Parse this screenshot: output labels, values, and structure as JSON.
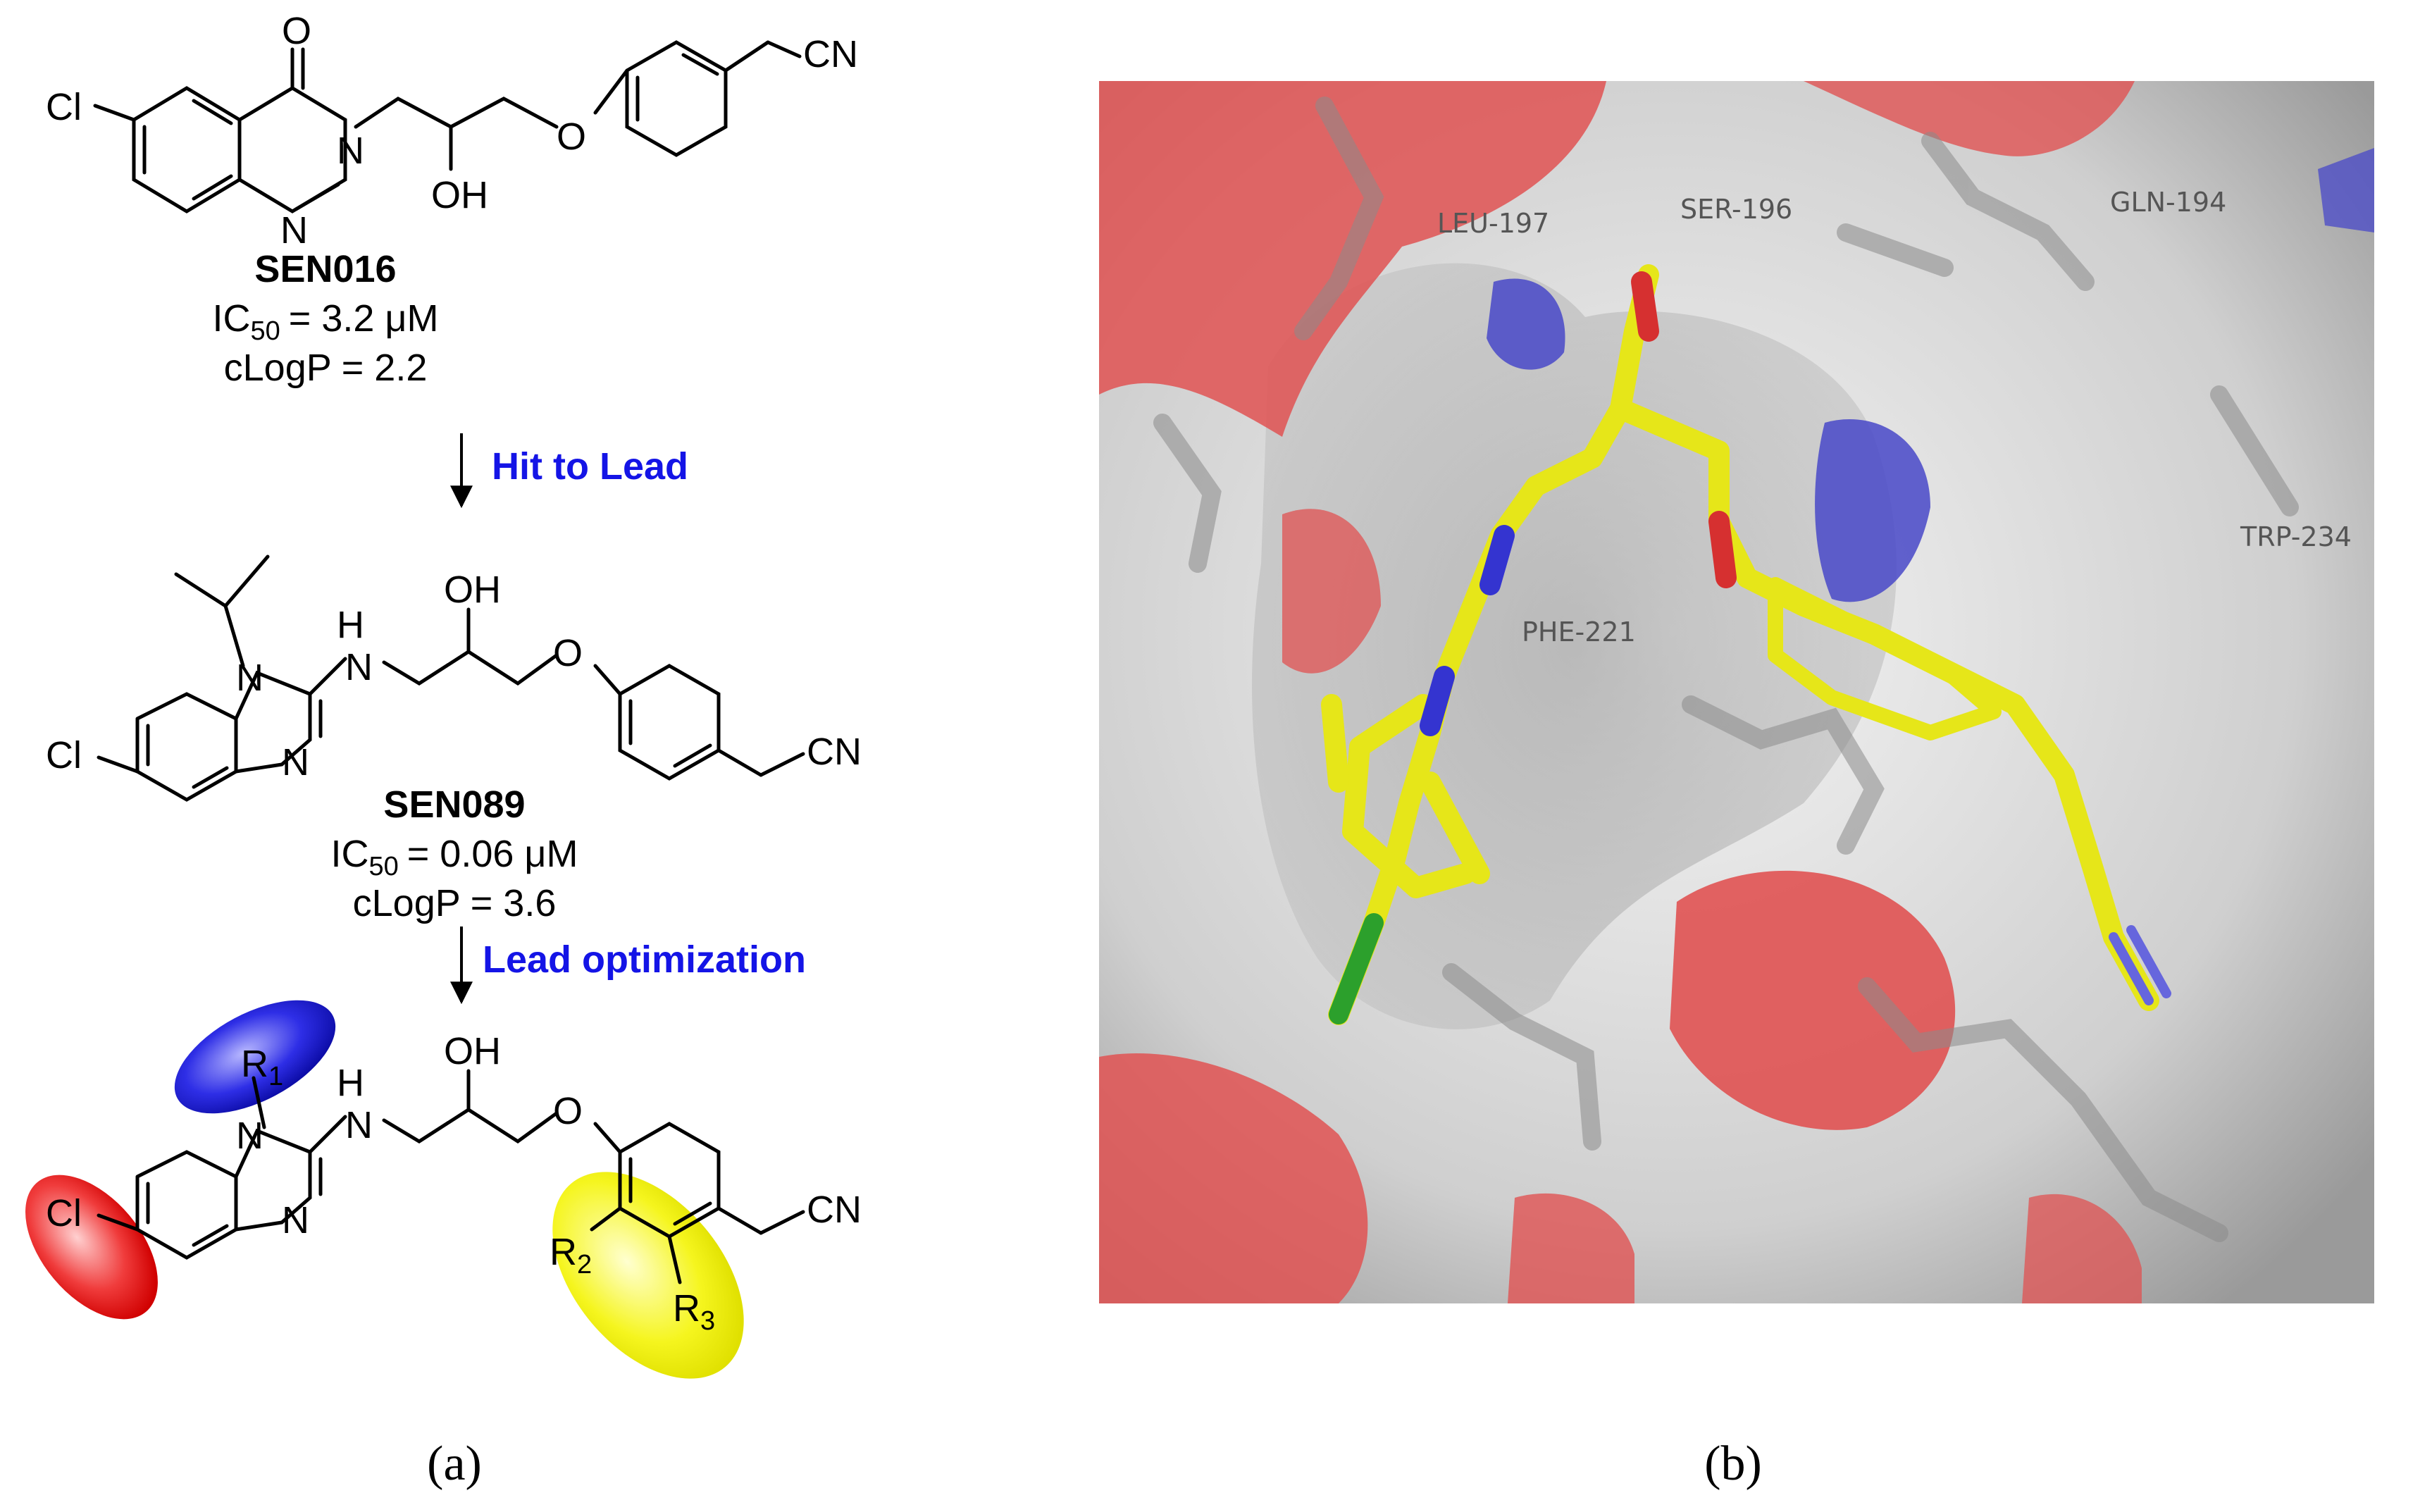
{
  "panel_a": {
    "label": "(a)",
    "compounds": [
      {
        "name": "SEN016",
        "ic50_value": "= 3.2 μM",
        "clogp": "cLogP = 2.2"
      },
      {
        "name": "SEN089",
        "ic50_value": "= 0.06 μM",
        "clogp": "cLogP = 3.6"
      }
    ],
    "ic50_prefix": "IC",
    "ic50_sub": "50",
    "steps": [
      "Hit to Lead",
      "Lead optimization"
    ],
    "atoms": {
      "cl": "Cl",
      "o": "O",
      "n": "N",
      "h": "H",
      "oh": "OH",
      "cn": "CN",
      "r1": "R",
      "r1_sub": "1",
      "r2": "R",
      "r2_sub": "2",
      "r3": "R",
      "r3_sub": "3"
    },
    "highlight_colors": {
      "blue": "#1a1acc",
      "red": "#e61414",
      "yellow": "#f0f000"
    }
  },
  "panel_b": {
    "label": "(b)",
    "residues": [
      "LEU-197",
      "SER-196",
      "GLN-194",
      "TRP-234",
      "PHE-221"
    ],
    "colors": {
      "ligand": "#e6e619",
      "surface": "#d9d9d9",
      "oxygen": "#e05050",
      "nitrogen": "#4848c8",
      "chlorine": "#2ca02c"
    }
  },
  "colors": {
    "step_text": "#1414e6"
  }
}
